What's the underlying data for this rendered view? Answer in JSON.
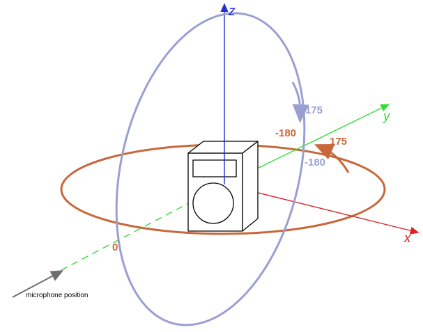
{
  "axes": {
    "x": {
      "label": "x",
      "color": "#e02020"
    },
    "y": {
      "label": "y",
      "color": "#33dd33"
    },
    "z": {
      "label": "z",
      "color": "#1f2fd0"
    }
  },
  "rings": {
    "horizontal": {
      "color": "#c8683a",
      "labels": {
        "start": "0",
        "minus180": "-180",
        "plus175": "175"
      }
    },
    "vertical": {
      "color": "#9a9fd2",
      "labels": {
        "plus175": "175",
        "minus180": "-180"
      }
    }
  },
  "microphone": {
    "label": "microphone position",
    "arrow_color": "#6e6e6e",
    "dashed_line_color": "#33dd33"
  },
  "speaker": {
    "icon": "speaker-icon",
    "stroke": "#000000"
  }
}
